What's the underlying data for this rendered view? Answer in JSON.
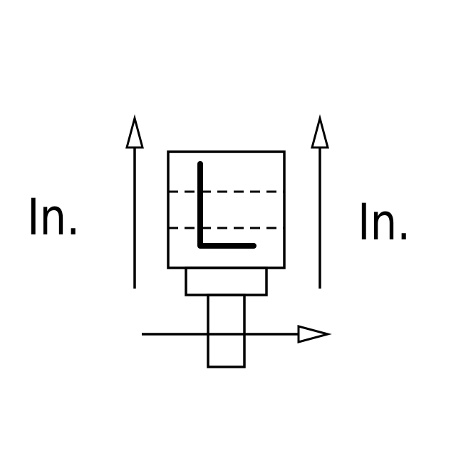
{
  "labels": {
    "left": "In.",
    "right": "In."
  },
  "symbol": {
    "letter": "L"
  },
  "colors": {
    "stroke": "#000000",
    "background": "#ffffff"
  }
}
